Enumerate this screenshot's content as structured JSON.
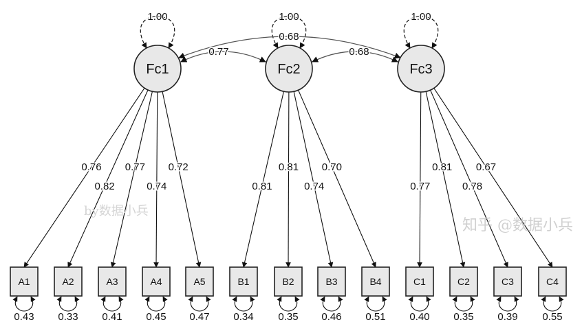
{
  "factors": [
    {
      "id": "Fc1",
      "label": "Fc1",
      "variance": "1.00"
    },
    {
      "id": "Fc2",
      "label": "Fc2",
      "variance": "1.00"
    },
    {
      "id": "Fc3",
      "label": "Fc3",
      "variance": "1.00"
    }
  ],
  "covariances": [
    {
      "from": "Fc1",
      "to": "Fc2",
      "value": "0.77"
    },
    {
      "from": "Fc2",
      "to": "Fc3",
      "value": "0.68"
    },
    {
      "from": "Fc1",
      "to": "Fc3",
      "value": "0.68"
    }
  ],
  "indicators": [
    {
      "label": "A1",
      "factor": "Fc1",
      "loading": "0.76",
      "residual": "0.43"
    },
    {
      "label": "A2",
      "factor": "Fc1",
      "loading": "0.82",
      "residual": "0.33"
    },
    {
      "label": "A3",
      "factor": "Fc1",
      "loading": "0.77",
      "residual": "0.41"
    },
    {
      "label": "A4",
      "factor": "Fc1",
      "loading": "0.74",
      "residual": "0.45"
    },
    {
      "label": "A5",
      "factor": "Fc1",
      "loading": "0.72",
      "residual": "0.47"
    },
    {
      "label": "B1",
      "factor": "Fc2",
      "loading": "0.81",
      "residual": "0.34"
    },
    {
      "label": "B2",
      "factor": "Fc2",
      "loading": "0.81",
      "residual": "0.35"
    },
    {
      "label": "B3",
      "factor": "Fc2",
      "loading": "0.74",
      "residual": "0.46"
    },
    {
      "label": "B4",
      "factor": "Fc2",
      "loading": "0.70",
      "residual": "0.51"
    },
    {
      "label": "C1",
      "factor": "Fc3",
      "loading": "0.77",
      "residual": "0.40"
    },
    {
      "label": "C2",
      "factor": "Fc3",
      "loading": "0.81",
      "residual": "0.35"
    },
    {
      "label": "C3",
      "factor": "Fc3",
      "loading": "0.78",
      "residual": "0.39"
    },
    {
      "label": "C4",
      "factor": "Fc3",
      "loading": "0.67",
      "residual": "0.55"
    }
  ],
  "watermarks": {
    "inner": "by数据小兵",
    "corner": "知乎 @数据小兵"
  },
  "colors": {
    "node_fill": "#e8e8e8",
    "stroke": "#222222",
    "cov_stroke": "#555555"
  }
}
